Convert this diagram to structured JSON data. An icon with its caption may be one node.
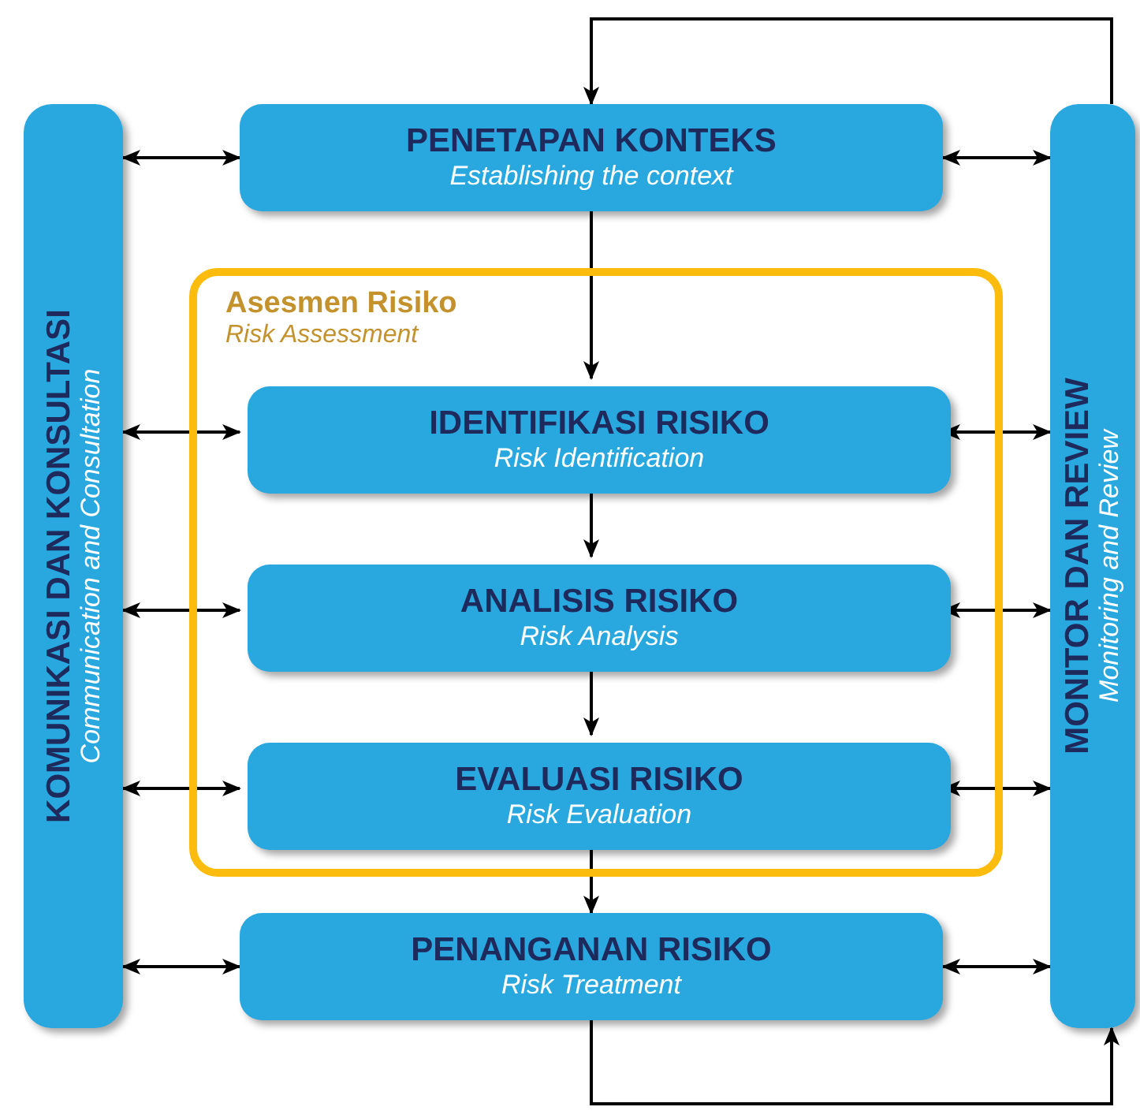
{
  "diagram": {
    "nodes": [
      {
        "text": [
          "KOMUNIKASI DAN KONSULTASI",
          "Communication and Consultation"
        ]
      },
      {
        "text": [
          "PENETAPAN KONTEKS",
          "Establishing the context"
        ]
      },
      {
        "text": [
          "Asesmen Risiko",
          "Risk Assessment"
        ]
      },
      {
        "text": [
          "IDENTIFIKASI RISIKO",
          "Risk Identification"
        ],
        "in": 2
      },
      {
        "text": [
          "ANALISIS RISIKO",
          "Risk Analysis"
        ],
        "in": 2
      },
      {
        "text": [
          "EVALUASI RISIKO",
          "Risk Evaluation"
        ],
        "in": 2
      },
      {
        "text": [
          "PENANGANAN RISIKO",
          "Risk Treatment"
        ]
      },
      {
        "text": [
          "MONITOR DAN REVIEW",
          "Monitoring and Review"
        ]
      }
    ],
    "edges": [
      {
        "from": 0,
        "to": 1,
        "arrow": "both"
      },
      {
        "from": 0,
        "to": 3,
        "arrow": "both"
      },
      {
        "from": 0,
        "to": 4,
        "arrow": "both"
      },
      {
        "from": 0,
        "to": 5,
        "arrow": "both"
      },
      {
        "from": 0,
        "to": 6,
        "arrow": "both"
      },
      {
        "from": 1,
        "to": 7,
        "arrow": "both"
      },
      {
        "from": 3,
        "to": 7,
        "arrow": "both"
      },
      {
        "from": 4,
        "to": 7,
        "arrow": "both"
      },
      {
        "from": 5,
        "to": 7,
        "arrow": "both"
      },
      {
        "from": 6,
        "to": 7,
        "arrow": "both"
      },
      {
        "from": 1,
        "to": 3,
        "arrow": "to"
      },
      {
        "from": 3,
        "to": 4,
        "arrow": "to"
      },
      {
        "from": 4,
        "to": 5,
        "arrow": "to"
      },
      {
        "from": 5,
        "to": 6,
        "arrow": "to"
      },
      {
        "from": 7,
        "to": 1,
        "arrow": "to"
      },
      {
        "from": 6,
        "to": 7,
        "arrow": "to"
      }
    ]
  }
}
